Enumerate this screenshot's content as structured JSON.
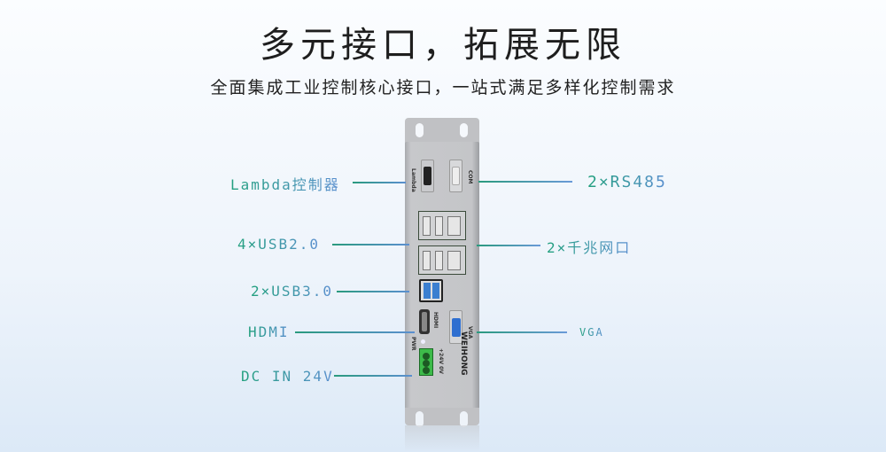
{
  "header": {
    "title": "多元接口，拓展无限",
    "subtitle": "全面集成工业控制核心接口，一站式满足多样化控制需求"
  },
  "callouts": {
    "lambda": "Lambda控制器",
    "rs485": "2×RS485",
    "usb2": "4×USB2.0",
    "ethernet": "2×千兆网口",
    "usb3": "2×USB3.0",
    "hdmi": "HDMI",
    "vga": "VGA",
    "dc": "DC IN 24V"
  },
  "device": {
    "lambda": "Lambda",
    "com": "COM",
    "hdmi": "HDMI",
    "vga": "VGA",
    "pwr": "PWR",
    "power_terminal": "+24V 0V",
    "brand": "WEIHONG"
  },
  "colors": {
    "accent_start": "#22a07e",
    "accent_end": "#5b8fd0"
  }
}
